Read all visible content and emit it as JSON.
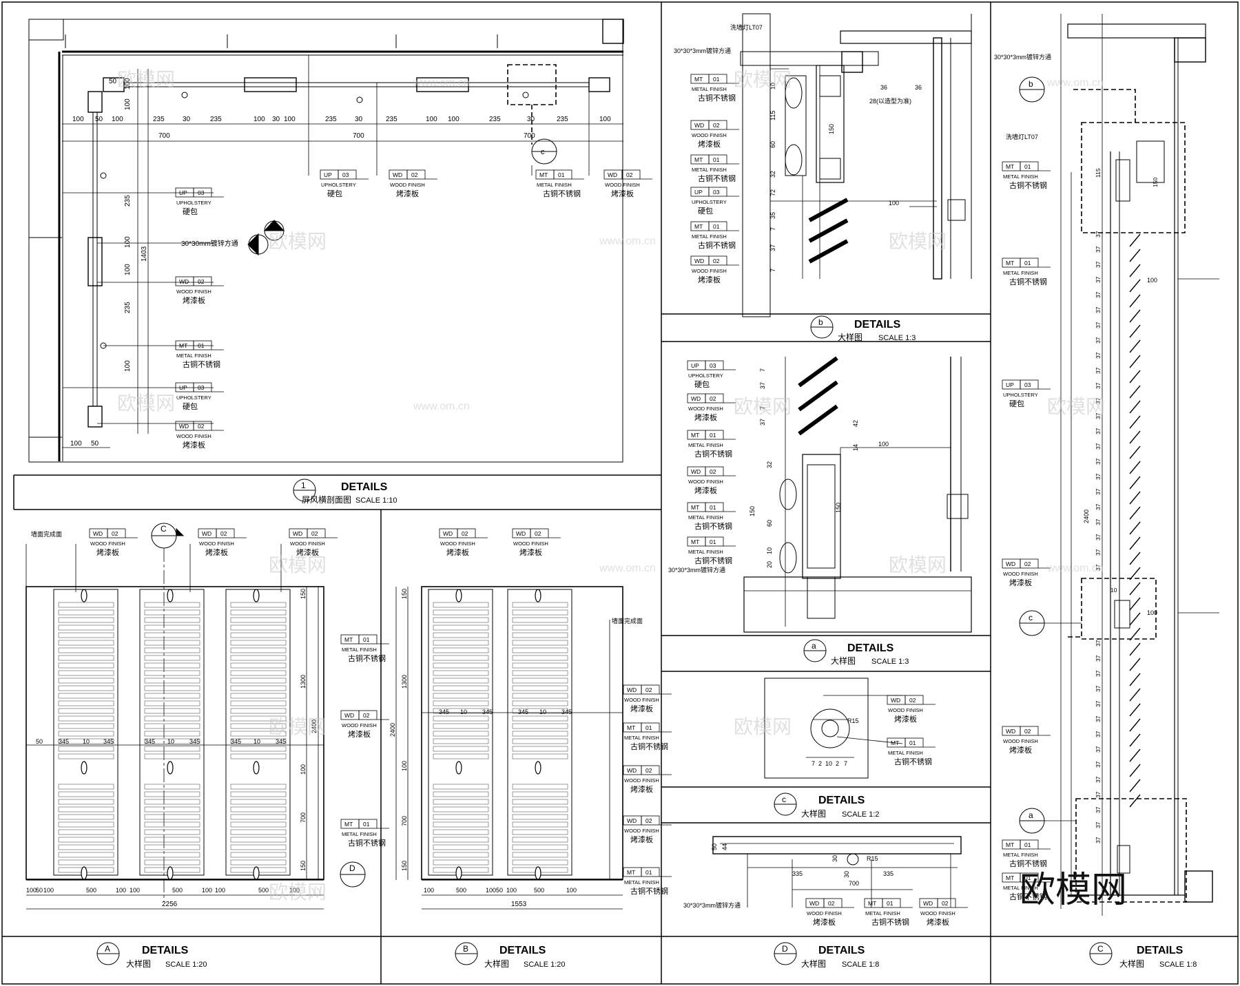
{
  "panels": {
    "p1": {
      "num": "1",
      "title": "DETAILS",
      "subtitle": "屏风横剖面图",
      "scale": "SCALE   1:10"
    },
    "pA": {
      "num": "A",
      "title": "DETAILS",
      "subtitle": "大样图",
      "scale": "SCALE   1:20"
    },
    "pB": {
      "num": "B",
      "title": "DETAILS",
      "subtitle": "大样图",
      "scale": "SCALE   1:20"
    },
    "pb": {
      "num": "b",
      "title": "DETAILS",
      "subtitle": "大样图",
      "scale": "SCALE   1:3"
    },
    "pa": {
      "num": "a",
      "title": "DETAILS",
      "subtitle": "大样图",
      "scale": "SCALE   1:3"
    },
    "pc": {
      "num": "c",
      "title": "DETAILS",
      "subtitle": "大样图",
      "scale": "SCALE   1:2"
    },
    "pD": {
      "num": "D",
      "title": "DETAILS",
      "subtitle": "大样图",
      "scale": "SCALE   1:8"
    },
    "pC": {
      "num": "C",
      "title": "DETAILS",
      "subtitle": "大样图",
      "scale": "SCALE   1:8"
    }
  },
  "materials": {
    "UP03": {
      "code": "UP",
      "num": "03",
      "en": "UPHOLSTERY",
      "cn": "硬包"
    },
    "WD02": {
      "code": "WD",
      "num": "02",
      "en": "WOOD FINISH",
      "cn": "烤漆板"
    },
    "MT01": {
      "code": "MT",
      "num": "01",
      "en": "METAL FINISH",
      "cn": "古铜不锈钢"
    }
  },
  "notes": {
    "tube": "30*30*3mm镀锌方通",
    "tube_short": "30*30mm镀锌方通",
    "light": "洗墙灯LT07",
    "wall_finish": "墙面完成面",
    "shape_note": "28(以造型为准)"
  },
  "dims": {
    "p1_top": [
      "100",
      "50",
      "100",
      "235",
      "30",
      "235",
      "100",
      "30",
      "100",
      "235",
      "30",
      "235",
      "100",
      "100",
      "235",
      "30",
      "235",
      "100"
    ],
    "p1_700": "700",
    "p1_side": [
      "100",
      "235",
      "100",
      "100",
      "235",
      "100"
    ],
    "p1_total": "1403",
    "p1_bottom": [
      "100",
      "50"
    ],
    "pA_bottom": [
      "100",
      "50",
      "100",
      "500",
      "100",
      "100",
      "500",
      "100",
      "100",
      "500",
      "100"
    ],
    "pA_total": "2256",
    "pA_mid": [
      "50",
      "345",
      "10",
      "345"
    ],
    "pA_right": [
      "150",
      "1300",
      "2400",
      "100",
      "700",
      "150"
    ],
    "pB_bottom": [
      "100",
      "500",
      "100",
      "50",
      "100",
      "500",
      "100"
    ],
    "pB_total": "1553",
    "pB_mid": [
      "345",
      "10",
      "345"
    ],
    "pC_total": "2400",
    "pC_rep": "37",
    "pC_side": [
      "115",
      "150",
      "10",
      "100",
      "100"
    ],
    "pD": [
      "50",
      "44",
      "335",
      "30",
      "R15",
      "30",
      "700",
      "335"
    ],
    "pc": [
      "R15",
      "7",
      "2",
      "10",
      "2",
      "7"
    ]
  },
  "watermarks": {
    "cn": "欧模网",
    "url": "www.om.cn",
    "logo": "欧模网"
  }
}
